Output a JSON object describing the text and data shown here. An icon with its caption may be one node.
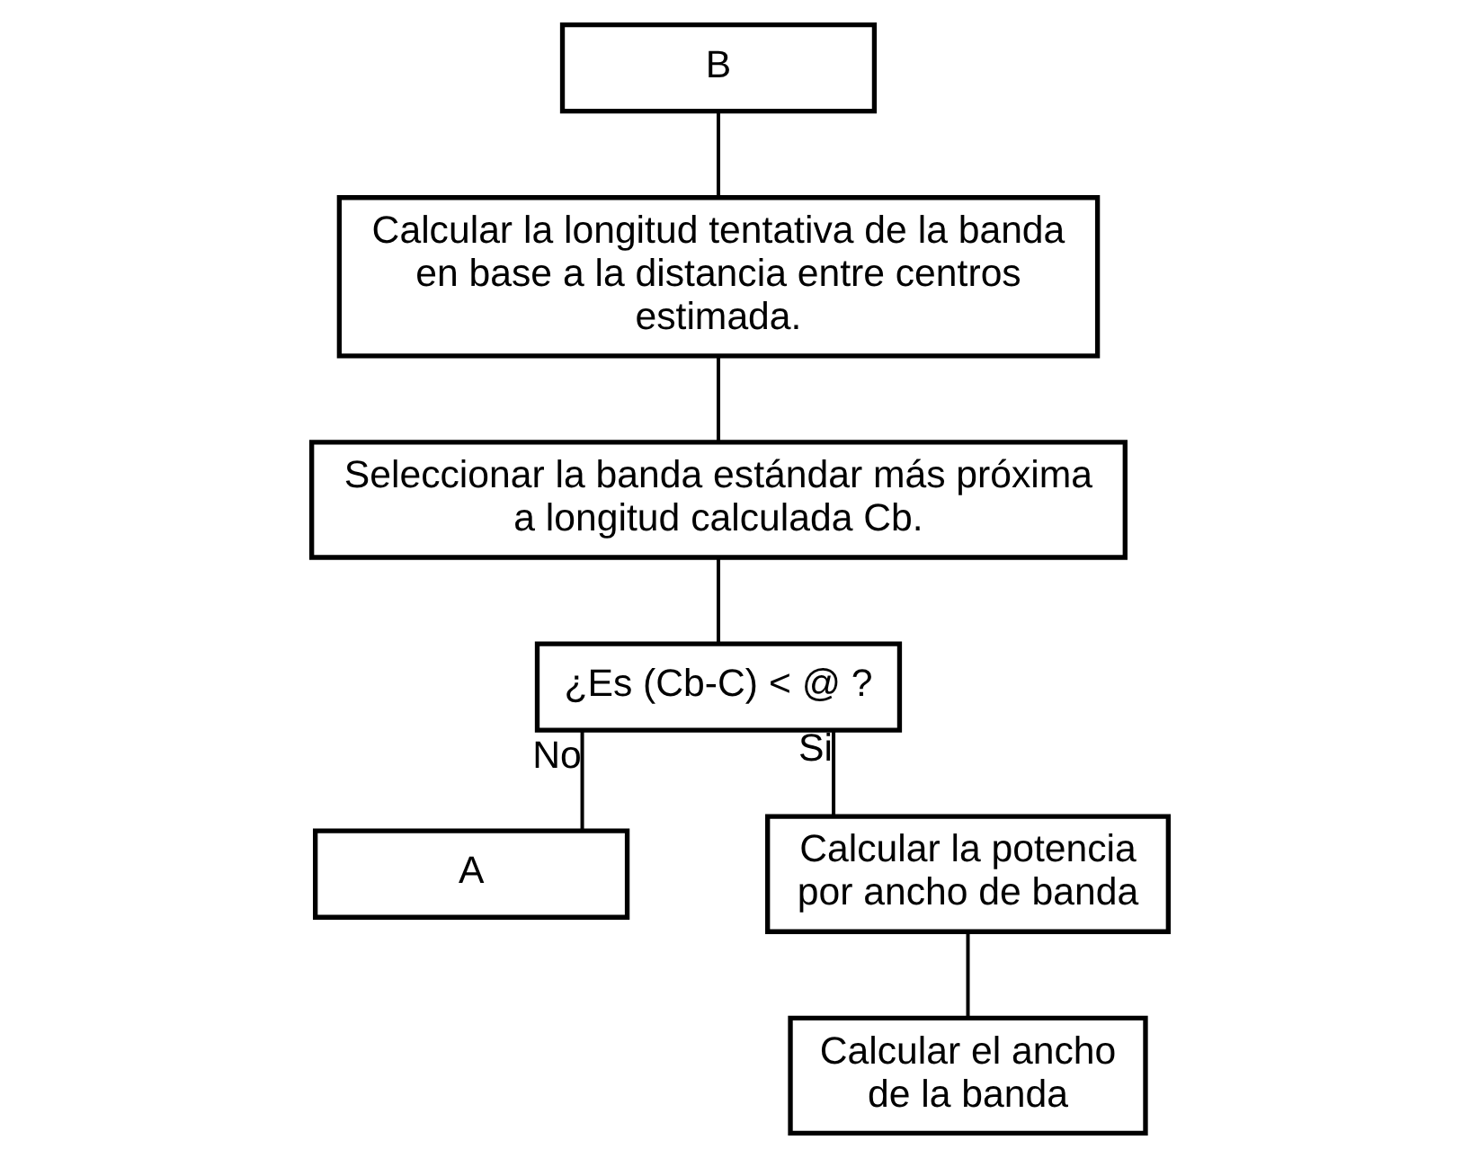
{
  "diagram": {
    "nodes": [
      {
        "text": [
          "B"
        ]
      },
      {
        "text": [
          "Calcular la longitud tentativa de la banda en base a la distancia entre centros estimada."
        ]
      },
      {
        "text": [
          "Seleccionar la banda estándar más próxima a longitud calculada Cb."
        ]
      },
      {
        "text": [
          "¿Es (Cb-C) < @ ?"
        ]
      },
      {
        "text": [
          "A"
        ]
      },
      {
        "text": [
          "Calcular la potencia por ancho de banda"
        ]
      },
      {
        "text": [
          "Calcular el ancho de la banda"
        ]
      }
    ],
    "edges": [
      {
        "from": 0,
        "to": 1,
        "arrow": "none"
      },
      {
        "from": 1,
        "to": 2,
        "arrow": "none"
      },
      {
        "from": 2,
        "to": 3,
        "arrow": "none"
      },
      {
        "from": 3,
        "to": 4,
        "arrow": "none",
        "label": "No"
      },
      {
        "from": 3,
        "to": 5,
        "arrow": "none",
        "label": "Si"
      },
      {
        "from": 5,
        "to": 6,
        "arrow": "none"
      }
    ]
  }
}
